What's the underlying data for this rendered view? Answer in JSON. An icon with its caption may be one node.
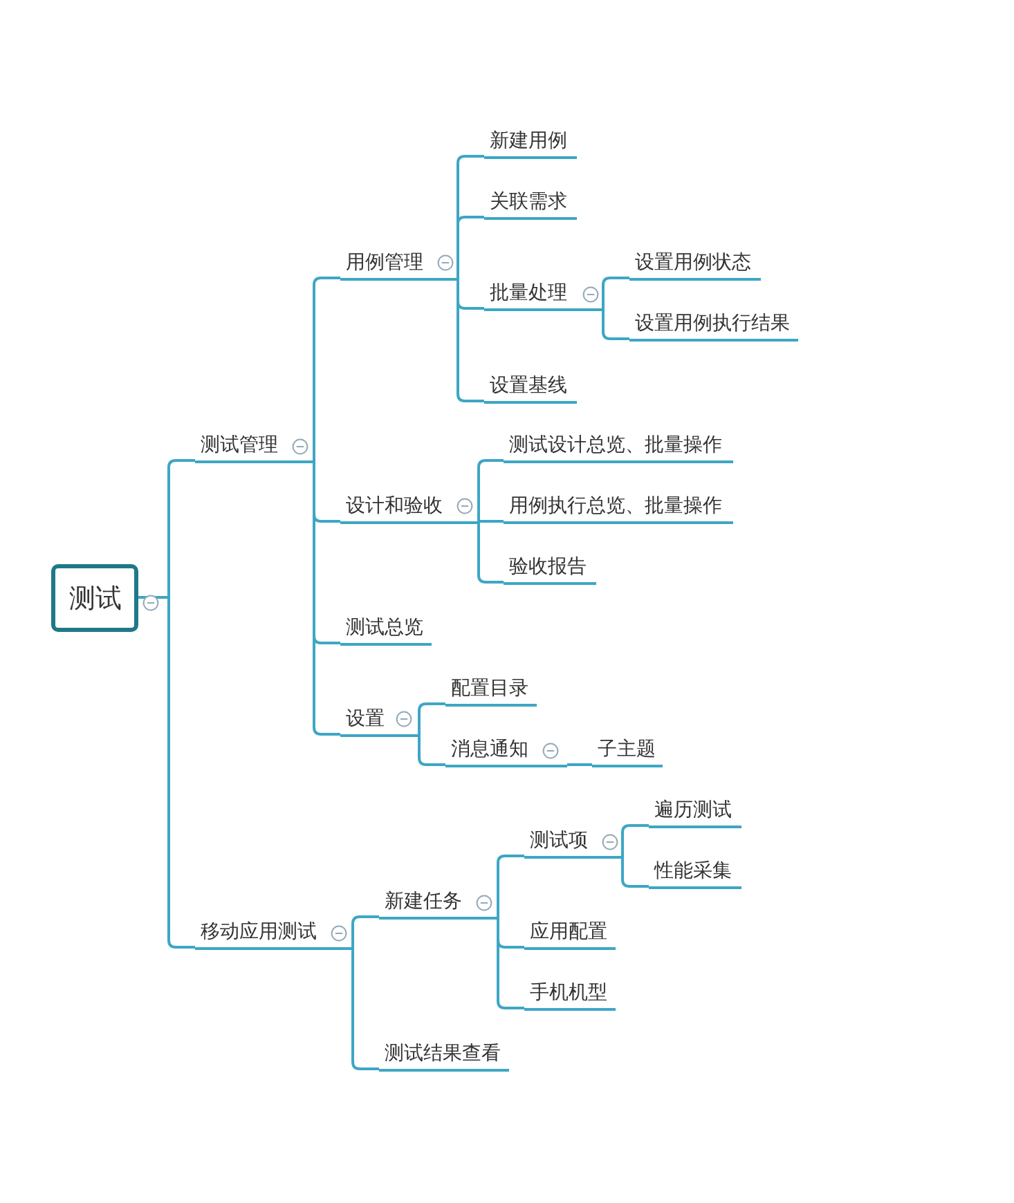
{
  "diagram": {
    "nodes": [
      {
        "text": [
          "测试"
        ]
      },
      {
        "text": [
          "测试管理"
        ]
      },
      {
        "text": [
          "用例管理"
        ]
      },
      {
        "text": [
          "新建用例"
        ]
      },
      {
        "text": [
          "关联需求"
        ]
      },
      {
        "text": [
          "批量处理"
        ]
      },
      {
        "text": [
          "设置用例状态"
        ]
      },
      {
        "text": [
          "设置用例执行结果"
        ]
      },
      {
        "text": [
          "设置基线"
        ]
      },
      {
        "text": [
          "设计和验收"
        ]
      },
      {
        "text": [
          "测试设计总览、批量操作"
        ]
      },
      {
        "text": [
          "用例执行总览、批量操作"
        ]
      },
      {
        "text": [
          "验收报告"
        ]
      },
      {
        "text": [
          "测试总览"
        ]
      },
      {
        "text": [
          "设置"
        ]
      },
      {
        "text": [
          "配置目录"
        ]
      },
      {
        "text": [
          "消息通知"
        ]
      },
      {
        "text": [
          "子主题"
        ]
      },
      {
        "text": [
          "移动应用测试"
        ]
      },
      {
        "text": [
          "新建任务"
        ]
      },
      {
        "text": [
          "测试项"
        ]
      },
      {
        "text": [
          "遍历测试"
        ]
      },
      {
        "text": [
          "性能采集"
        ]
      },
      {
        "text": [
          "应用配置"
        ]
      },
      {
        "text": [
          "手机机型"
        ]
      },
      {
        "text": [
          "测试结果查看"
        ]
      }
    ],
    "edges": [
      {
        "from": 0,
        "to": 1,
        "arrow": "none"
      },
      {
        "from": 1,
        "to": 2,
        "arrow": "none"
      },
      {
        "from": 2,
        "to": 3,
        "arrow": "none"
      },
      {
        "from": 2,
        "to": 4,
        "arrow": "none"
      },
      {
        "from": 2,
        "to": 5,
        "arrow": "none"
      },
      {
        "from": 5,
        "to": 6,
        "arrow": "none"
      },
      {
        "from": 5,
        "to": 7,
        "arrow": "none"
      },
      {
        "from": 2,
        "to": 8,
        "arrow": "none"
      },
      {
        "from": 1,
        "to": 9,
        "arrow": "none"
      },
      {
        "from": 9,
        "to": 10,
        "arrow": "none"
      },
      {
        "from": 9,
        "to": 11,
        "arrow": "none"
      },
      {
        "from": 9,
        "to": 12,
        "arrow": "none"
      },
      {
        "from": 1,
        "to": 13,
        "arrow": "none"
      },
      {
        "from": 1,
        "to": 14,
        "arrow": "none"
      },
      {
        "from": 14,
        "to": 15,
        "arrow": "none"
      },
      {
        "from": 14,
        "to": 16,
        "arrow": "none"
      },
      {
        "from": 16,
        "to": 17,
        "arrow": "none"
      },
      {
        "from": 0,
        "to": 18,
        "arrow": "none"
      },
      {
        "from": 18,
        "to": 19,
        "arrow": "none"
      },
      {
        "from": 19,
        "to": 20,
        "arrow": "none"
      },
      {
        "from": 20,
        "to": 21,
        "arrow": "none"
      },
      {
        "from": 20,
        "to": 22,
        "arrow": "none"
      },
      {
        "from": 19,
        "to": 23,
        "arrow": "none"
      },
      {
        "from": 19,
        "to": 24,
        "arrow": "none"
      },
      {
        "from": 18,
        "to": 25,
        "arrow": "none"
      }
    ]
  }
}
